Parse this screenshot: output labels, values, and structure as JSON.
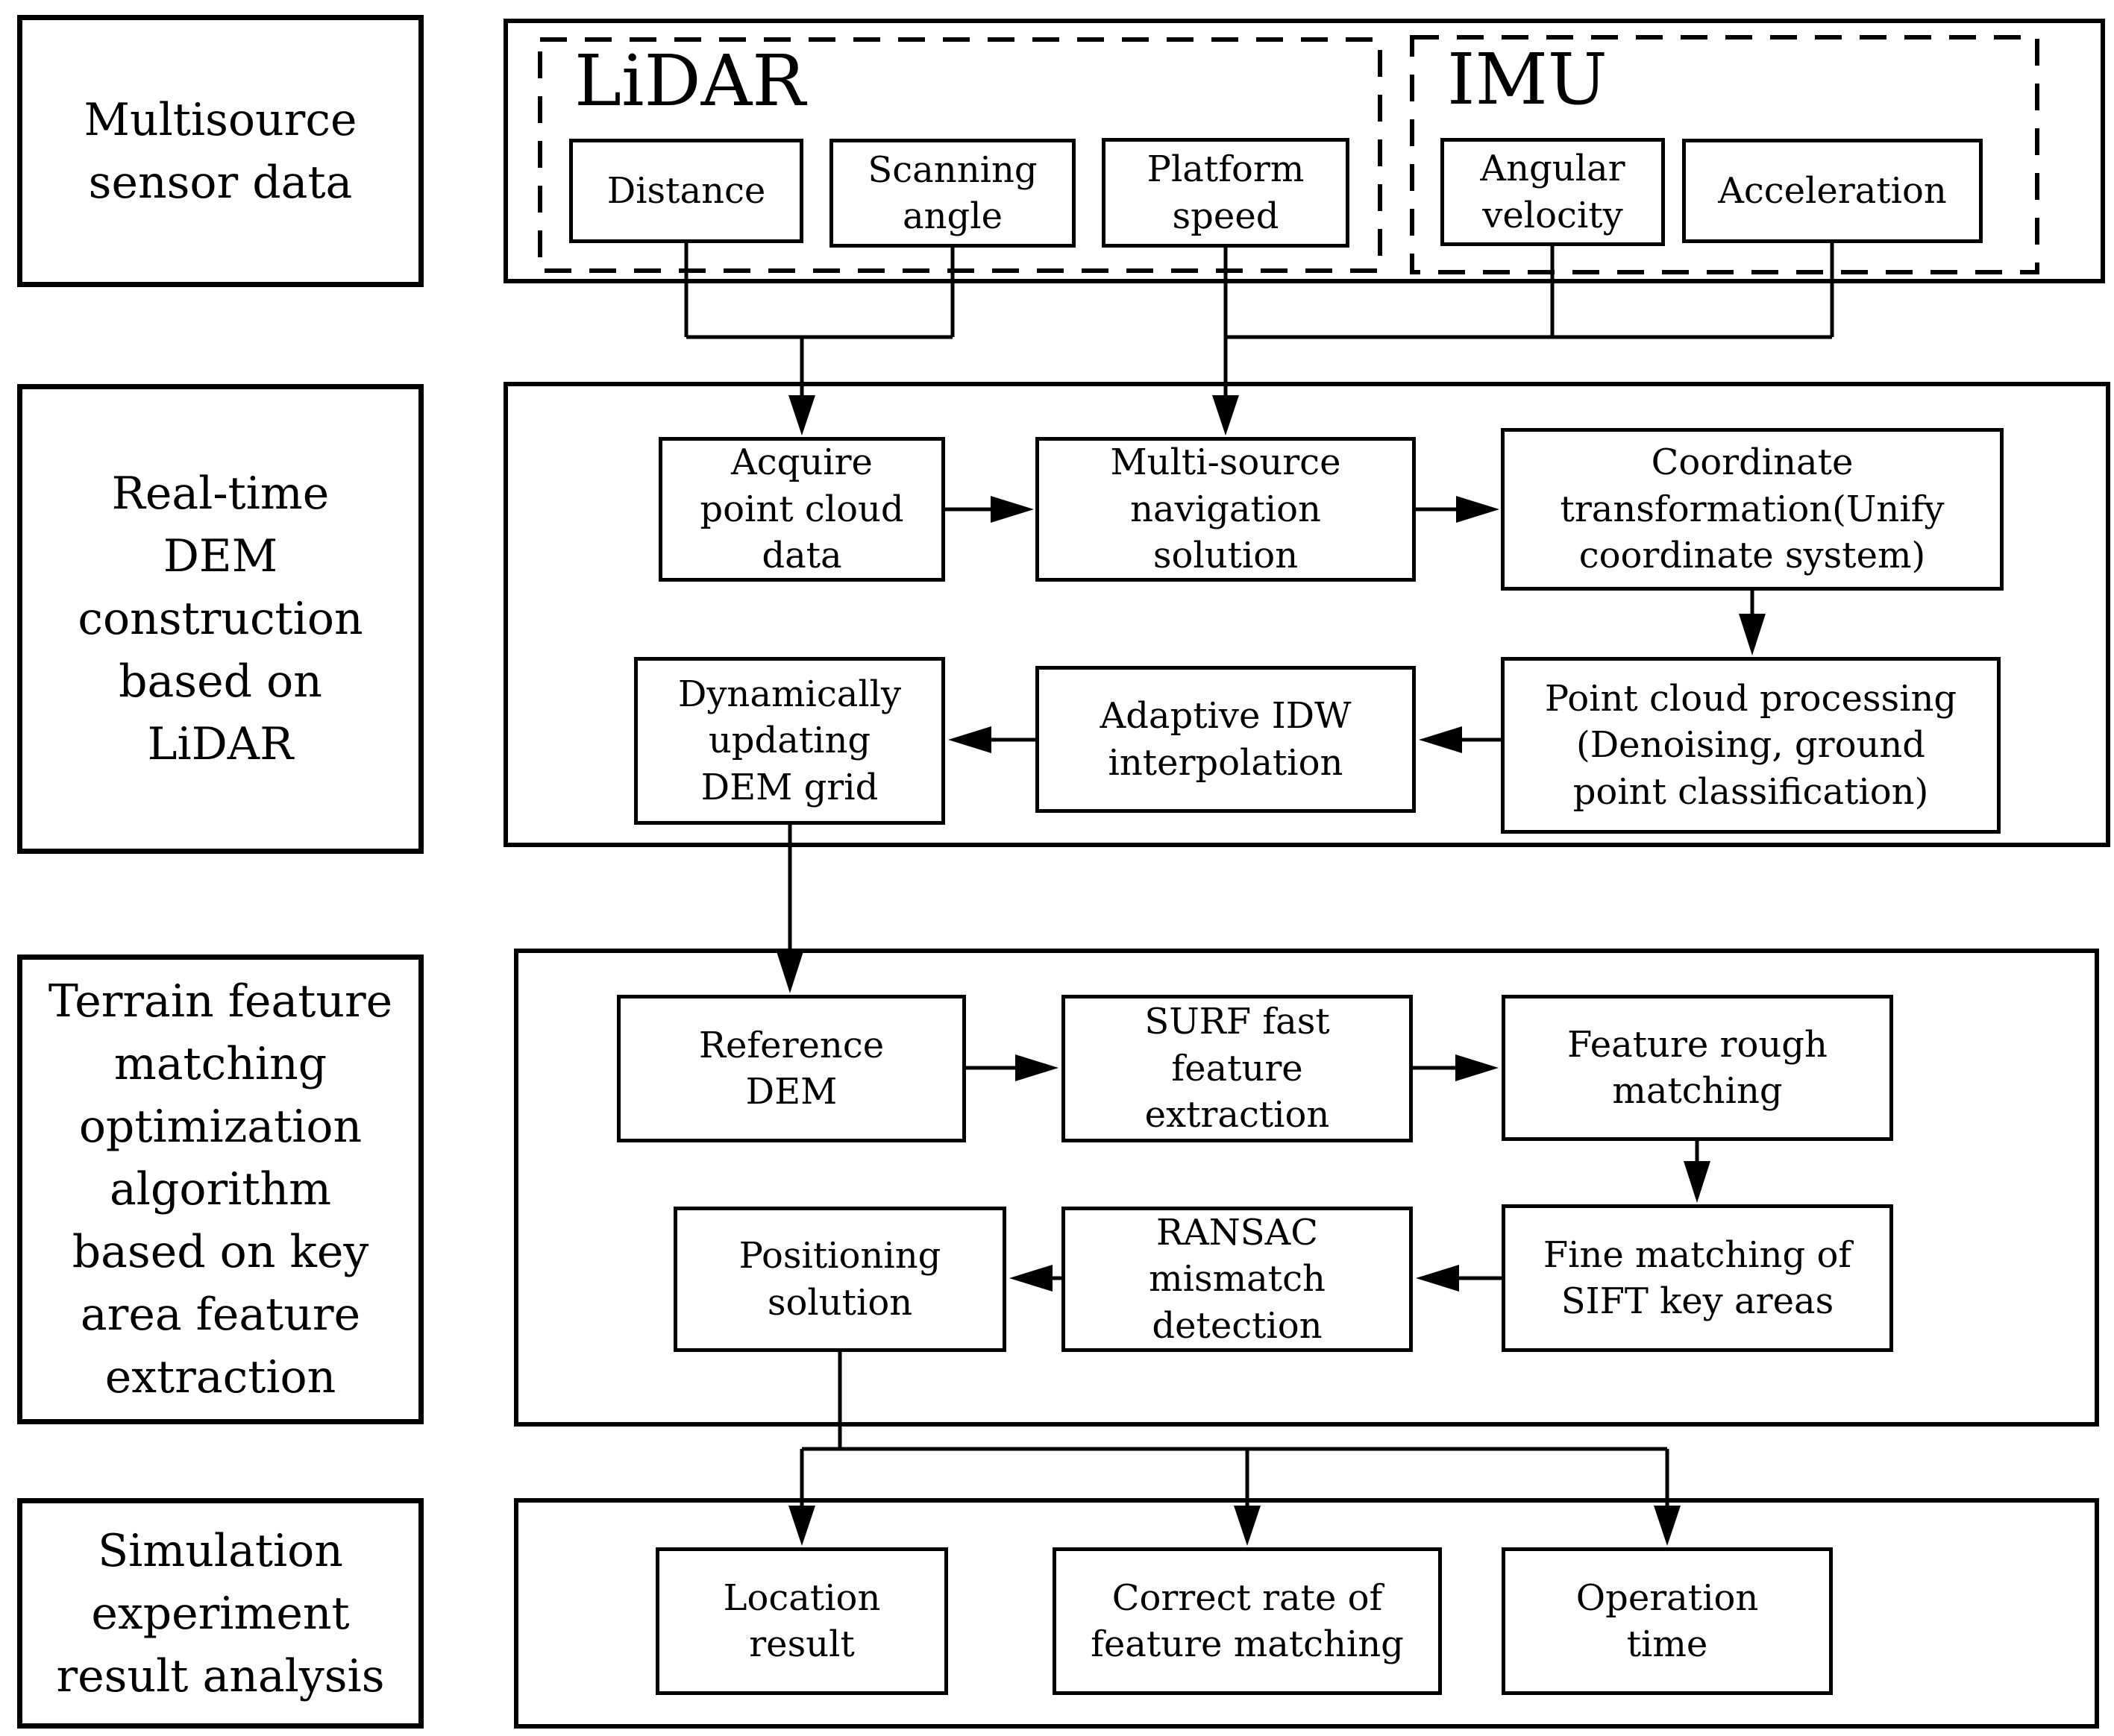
{
  "figure": {
    "background": "#ffffff",
    "line_color": "#000000"
  },
  "stages": {
    "items": [
      {
        "label": "Multisource\nsensor data"
      },
      {
        "label": "Real-time\nDEM\nconstruction\nbased on\nLiDAR"
      },
      {
        "label": "Terrain feature\nmatching\noptimization\nalgorithm\nbased on key\narea feature\nextraction"
      },
      {
        "label": "Simulation\nexperiment\nresult analysis"
      }
    ]
  },
  "sensors": {
    "lidar": {
      "title": "LiDAR",
      "items": [
        {
          "label": "Distance"
        },
        {
          "label": "Scanning\nangle"
        },
        {
          "label": "Platform\nspeed"
        }
      ]
    },
    "imu": {
      "title": "IMU",
      "items": [
        {
          "label": "Angular\nvelocity"
        },
        {
          "label": "Acceleration"
        }
      ]
    }
  },
  "dem_flow": {
    "acquire": "Acquire\npoint cloud\ndata",
    "navigation": "Multi-source\nnavigation\nsolution",
    "coordinate": "Coordinate\ntransformation(Unify\ncoordinate system)",
    "dynamic_dem": "Dynamically\nupdating\nDEM grid",
    "idw": "Adaptive IDW\ninterpolation",
    "point_processing": "Point cloud processing\n(Denoising, ground\npoint classification)"
  },
  "matching_flow": {
    "reference_dem": "Reference\nDEM",
    "surf": "SURF fast\nfeature\nextraction",
    "rough_matching": "Feature rough\nmatching",
    "positioning": "Positioning\nsolution",
    "ransac": "RANSAC\nmismatch\ndetection",
    "fine_matching": "Fine matching of\nSIFT key areas"
  },
  "results_flow": {
    "location": "Location\nresult",
    "correct_rate": "Correct rate of\nfeature matching",
    "operation_time": "Operation\ntime"
  }
}
